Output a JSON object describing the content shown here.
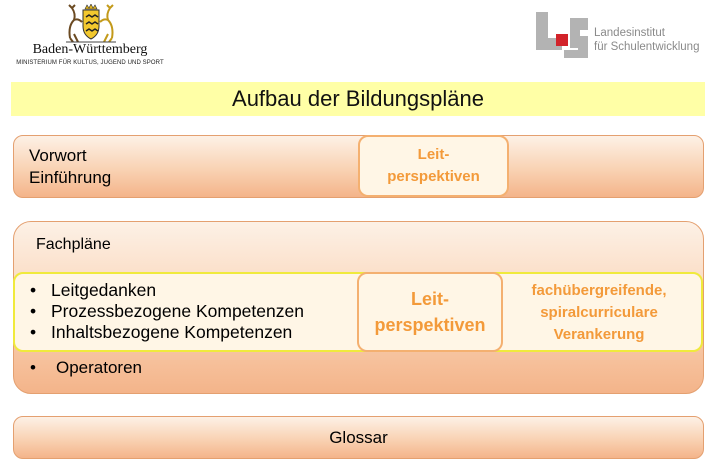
{
  "header": {
    "left_logo": {
      "icon": "coat-of-arms-icon",
      "name": "Baden-Württemberg",
      "ministry": "MINISTERIUM FÜR KULTUS, JUGEND UND SPORT"
    },
    "right_logo": {
      "icon": "ls-logo-icon",
      "line1": "Landesinstitut",
      "line2": "für Schulentwicklung"
    }
  },
  "title": "Aufbau der Bildungspläne",
  "colors": {
    "title_bg": "#ffffa6",
    "accent_orange": "#f39a3a",
    "band_border": "#f0ea3c",
    "ls_red": "#d2232a",
    "ls_gray": "#b3b3b3"
  },
  "vorwort": {
    "line1": "Vorwort",
    "line2": "Einführung",
    "leit_line1": "Leit-",
    "leit_line2": "perspektiven"
  },
  "fachplaene": {
    "title": "Fachpläne",
    "items": [
      "Leitgedanken",
      "Prozessbezogene Kompetenzen",
      "Inhaltsbezogene Kompetenzen"
    ],
    "operatoren": "Operatoren",
    "leit_line1": "Leit-",
    "leit_line2": "perspektiven",
    "fach_line1": "fachübergreifende,",
    "fach_line2": "spiralcurriculare",
    "fach_line3": "Verankerung"
  },
  "glossar": "Glossar"
}
